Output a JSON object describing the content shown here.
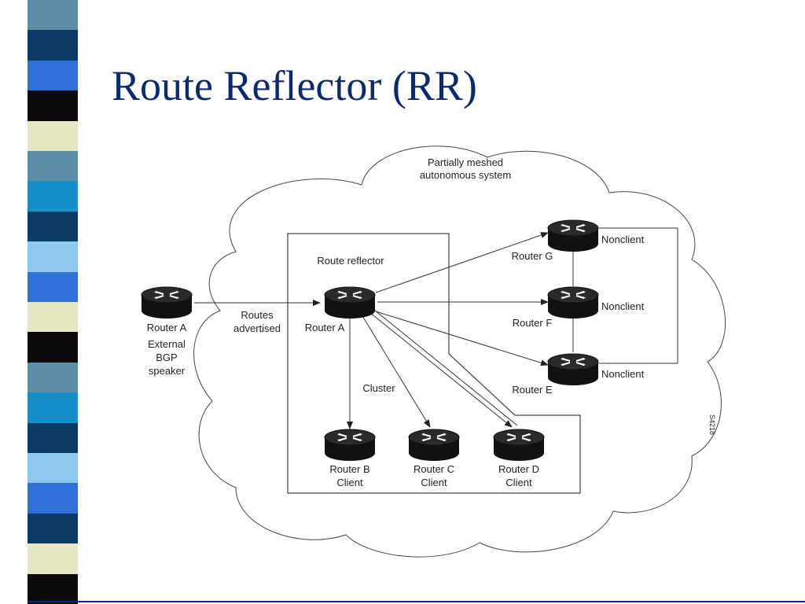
{
  "title": "Route Reflector (RR)",
  "colors": {
    "title": "#0d2a6e",
    "stripe": [
      "#5b8fa8",
      "#0a3a66",
      "#2e6fd8",
      "#0a0a0a",
      "#e4e6c4",
      "#5b8fa8",
      "#1590c8",
      "#0a3a66",
      "#8fc8f0",
      "#2e6fd8",
      "#e4e6c4",
      "#0a0a0a",
      "#5b8fa8",
      "#1590c8",
      "#0a3a66",
      "#8fc8f0",
      "#2e6fd8",
      "#0a3a66",
      "#e4e6c4",
      "#0a0a0a"
    ]
  },
  "diagram": {
    "cloud_label_line1": "Partially meshed",
    "cloud_label_line2": "autonomous system",
    "route_reflector_label": "Route reflector",
    "cluster_label": "Cluster",
    "routes_advertised_line1": "Routes",
    "routes_advertised_line2": "advertised",
    "figure_id": "S4218",
    "routers": {
      "external": {
        "name": "Router A",
        "role_line1": "External",
        "role_line2": "BGP",
        "role_line3": "speaker"
      },
      "reflector": {
        "name": "Router A"
      },
      "b": {
        "name": "Router B",
        "role": "Client"
      },
      "c": {
        "name": "Router C",
        "role": "Client"
      },
      "d": {
        "name": "Router D",
        "role": "Client"
      },
      "e": {
        "name": "Router E",
        "role": "Nonclient"
      },
      "f": {
        "name": "Router F",
        "role": "Nonclient"
      },
      "g": {
        "name": "Router G",
        "role": "Nonclient"
      }
    }
  }
}
